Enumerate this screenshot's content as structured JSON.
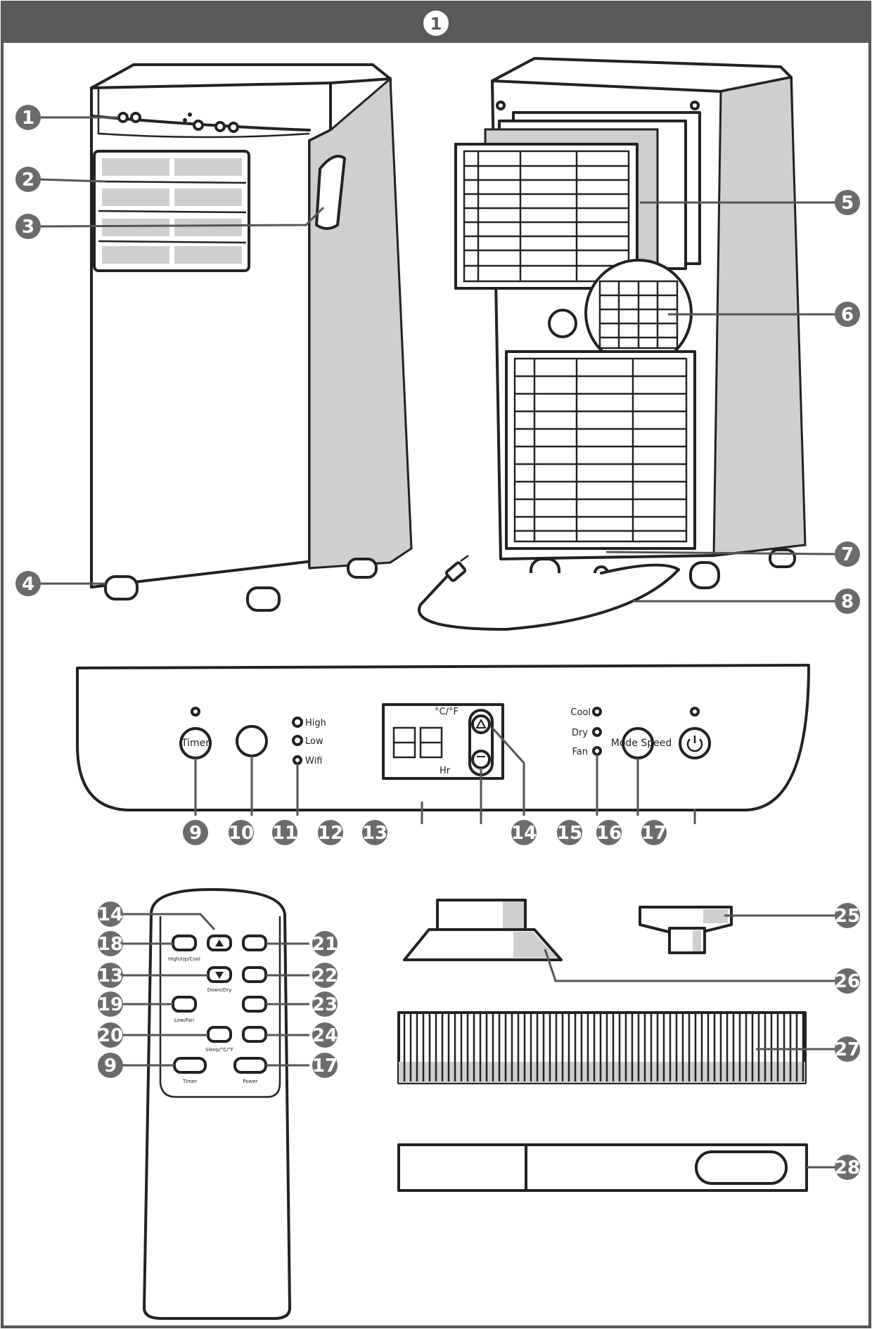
{
  "header": {
    "number": "1",
    "bg": "#595959"
  },
  "badge_color": "#6b6b6b",
  "badges": [
    {
      "label": "1"
    },
    {
      "label": "2"
    },
    {
      "label": "3"
    },
    {
      "label": "4"
    },
    {
      "label": "5"
    },
    {
      "label": "6"
    },
    {
      "label": "7"
    },
    {
      "label": "8"
    },
    {
      "label": "9"
    },
    {
      "label": "10"
    },
    {
      "label": "11"
    },
    {
      "label": "12"
    },
    {
      "label": "13"
    },
    {
      "label": "14"
    },
    {
      "label": "15"
    },
    {
      "label": "16"
    },
    {
      "label": "17"
    },
    {
      "label": "14"
    },
    {
      "label": "18"
    },
    {
      "label": "13"
    },
    {
      "label": "19"
    },
    {
      "label": "20"
    },
    {
      "label": "9"
    },
    {
      "label": "21"
    },
    {
      "label": "22"
    },
    {
      "label": "23"
    },
    {
      "label": "24"
    },
    {
      "label": "17"
    },
    {
      "label": "25"
    },
    {
      "label": "26"
    },
    {
      "label": "27"
    },
    {
      "label": "28"
    }
  ],
  "panel": {
    "timer": "Timer",
    "mode_speed": "Mode Speed",
    "high": "High",
    "low": "Low",
    "wifi": "Wifi",
    "unit": "°C/°F",
    "hr": "Hr",
    "cool": "Cool",
    "dry": "Dry",
    "fan": "Fan"
  },
  "remote": {
    "high_up_cool": "High/Up/Cool",
    "down_dry": "Down/Dry",
    "low_fan": "Low/Fan",
    "sleep_cf": "Sleep/°C/°F",
    "timer": "Timer",
    "power": "Power"
  }
}
